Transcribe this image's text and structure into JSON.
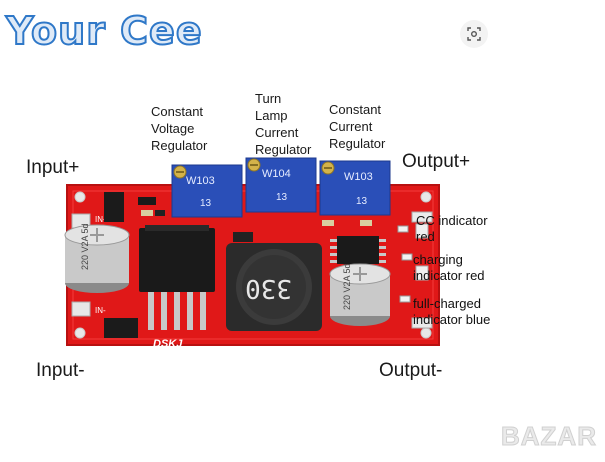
{
  "logo": {
    "text": "Your Cee"
  },
  "toolbar": {
    "lens_icon": "lens-search-icon"
  },
  "labels": {
    "cv": "Constant\nVoltage\nRegulator",
    "turn": "Turn\nLamp\nCurrent\nRegulator",
    "cc": "Constant\nCurrent\nRegulator",
    "input_plus": "Input+",
    "input_minus": "Input-",
    "output_plus": "Output+",
    "output_minus": "Output-"
  },
  "indicators": {
    "cc": "CC indicator\nred",
    "charging": "charging\nindicator red",
    "full": "full-charged\nindicator blue"
  },
  "board": {
    "pots": [
      "W103",
      "W104",
      "W103"
    ],
    "pot_digits": "13",
    "inductor": "330",
    "cap_left": "220 V2A 5d",
    "cap_right": "220 V2A 5d",
    "brand": "DSKJ",
    "in_plus": "IN+",
    "in_minus": "IN-"
  },
  "watermark": {
    "text": "BAZAR"
  },
  "colors": {
    "pcb": "#e01818",
    "pot": "#2a4fb8",
    "logo": "#2f78c8"
  }
}
